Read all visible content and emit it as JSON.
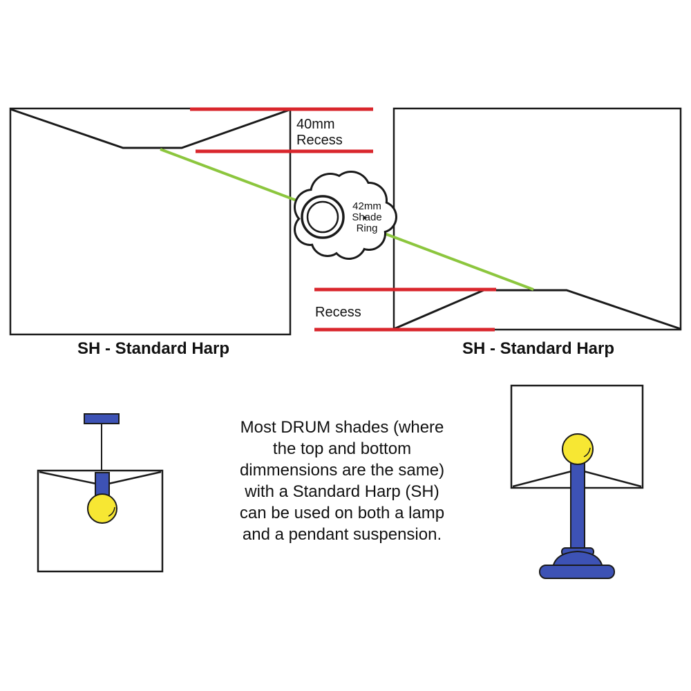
{
  "left_diagram": {
    "recess_label": {
      "line1": "40mm",
      "line2": "Recess"
    },
    "caption": "SH - Standard Harp"
  },
  "right_diagram": {
    "recess_label": "Recess",
    "caption": "SH - Standard Harp"
  },
  "shade_ring_callout": {
    "line1": "42mm",
    "line2": "Shade",
    "line3": "Ring"
  },
  "description": {
    "line1": "Most DRUM shades (where",
    "line2": "the top and bottom",
    "line3": "dimmensions are the same)",
    "line4": "with a Standard Harp (SH)",
    "line5": "can be used on both a lamp",
    "line6": "and a pendant suspension."
  },
  "colors": {
    "red": "#d9262c",
    "green": "#8cc63e",
    "blue": "#3d52b5",
    "yellow": "#f7e733",
    "outline": "#1a1a1a"
  }
}
